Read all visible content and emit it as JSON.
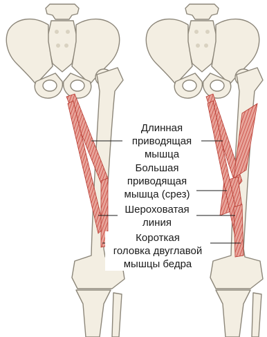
{
  "colors": {
    "bone": "#f3eee2",
    "bone_outline": "#8c8679",
    "muscle": "#c7443b",
    "muscle_light": "#e59c92",
    "leader": "#1a1a1a"
  },
  "labels": {
    "adductor_longus": [
      "Длинная",
      "приводящая",
      "мышца"
    ],
    "adductor_magnus": [
      "Большая",
      "приводящая",
      "мышца (срез)"
    ],
    "linea_aspera": [
      "Шероховатая",
      "линия"
    ],
    "biceps_short_head": [
      "Короткая",
      "головка двуглавой",
      "мышцы бедра"
    ]
  }
}
